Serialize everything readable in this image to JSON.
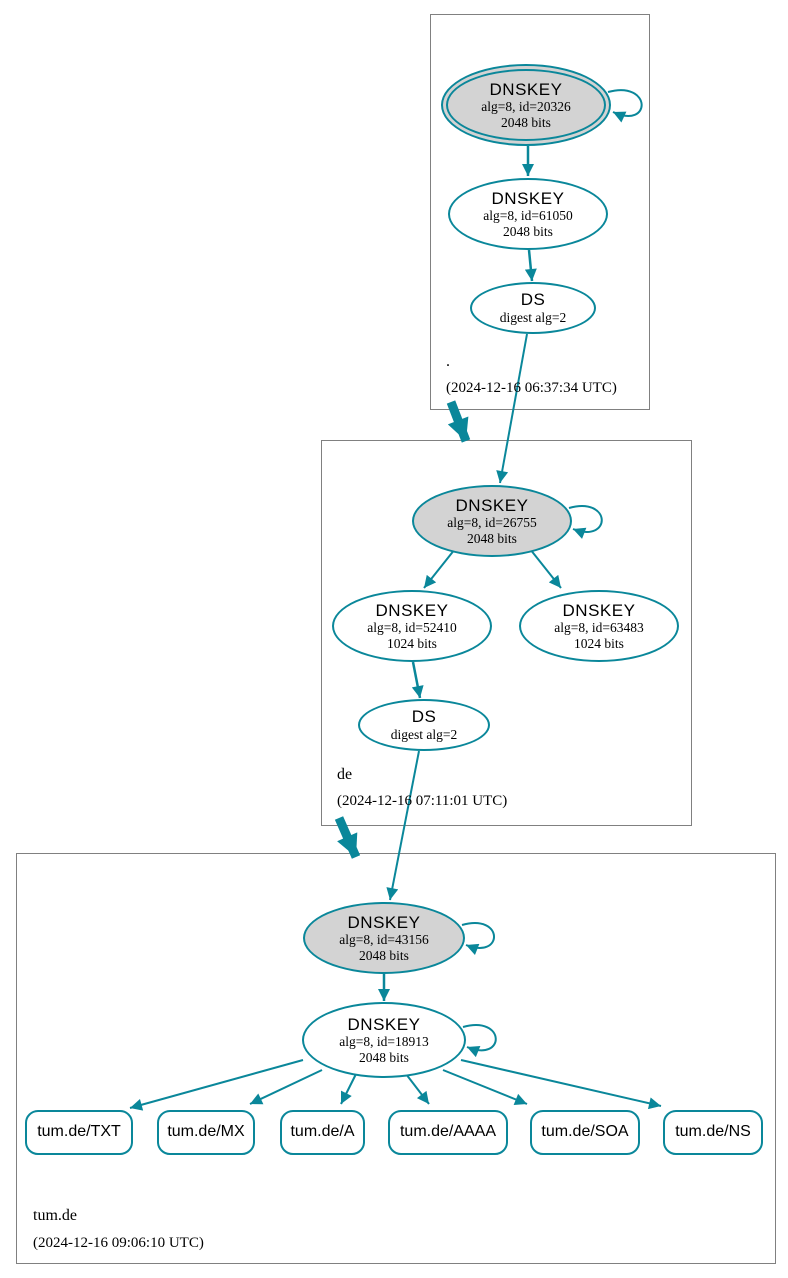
{
  "colors": {
    "secure_teal": "#0a879a",
    "ksk_fill": "#d3d3d3",
    "node_fill": "#ffffff",
    "zone_border": "#808080"
  },
  "zones": {
    "root": {
      "name": ".",
      "timestamp": "(2024-12-16 06:37:34 UTC)"
    },
    "de": {
      "name": "de",
      "timestamp": "(2024-12-16 07:11:01 UTC)"
    },
    "tumde": {
      "name": "tum.de",
      "timestamp": "(2024-12-16 09:06:10 UTC)"
    }
  },
  "nodes": {
    "root_ksk": {
      "type": "DNSKEY",
      "detail1": "alg=8, id=20326",
      "detail2": "2048 bits"
    },
    "root_zsk": {
      "type": "DNSKEY",
      "detail1": "alg=8, id=61050",
      "detail2": "2048 bits"
    },
    "root_ds": {
      "type": "DS",
      "detail1": "digest alg=2"
    },
    "de_ksk": {
      "type": "DNSKEY",
      "detail1": "alg=8, id=26755",
      "detail2": "2048 bits"
    },
    "de_zsk1": {
      "type": "DNSKEY",
      "detail1": "alg=8, id=52410",
      "detail2": "1024 bits"
    },
    "de_zsk2": {
      "type": "DNSKEY",
      "detail1": "alg=8, id=63483",
      "detail2": "1024 bits"
    },
    "de_ds": {
      "type": "DS",
      "detail1": "digest alg=2"
    },
    "tum_ksk": {
      "type": "DNSKEY",
      "detail1": "alg=8, id=43156",
      "detail2": "2048 bits"
    },
    "tum_zsk": {
      "type": "DNSKEY",
      "detail1": "alg=8, id=18913",
      "detail2": "2048 bits"
    },
    "rrset_txt": {
      "label": "tum.de/TXT"
    },
    "rrset_mx": {
      "label": "tum.de/MX"
    },
    "rrset_a": {
      "label": "tum.de/A"
    },
    "rrset_aaaa": {
      "label": "tum.de/AAAA"
    },
    "rrset_soa": {
      "label": "tum.de/SOA"
    },
    "rrset_ns": {
      "label": "tum.de/NS"
    }
  }
}
